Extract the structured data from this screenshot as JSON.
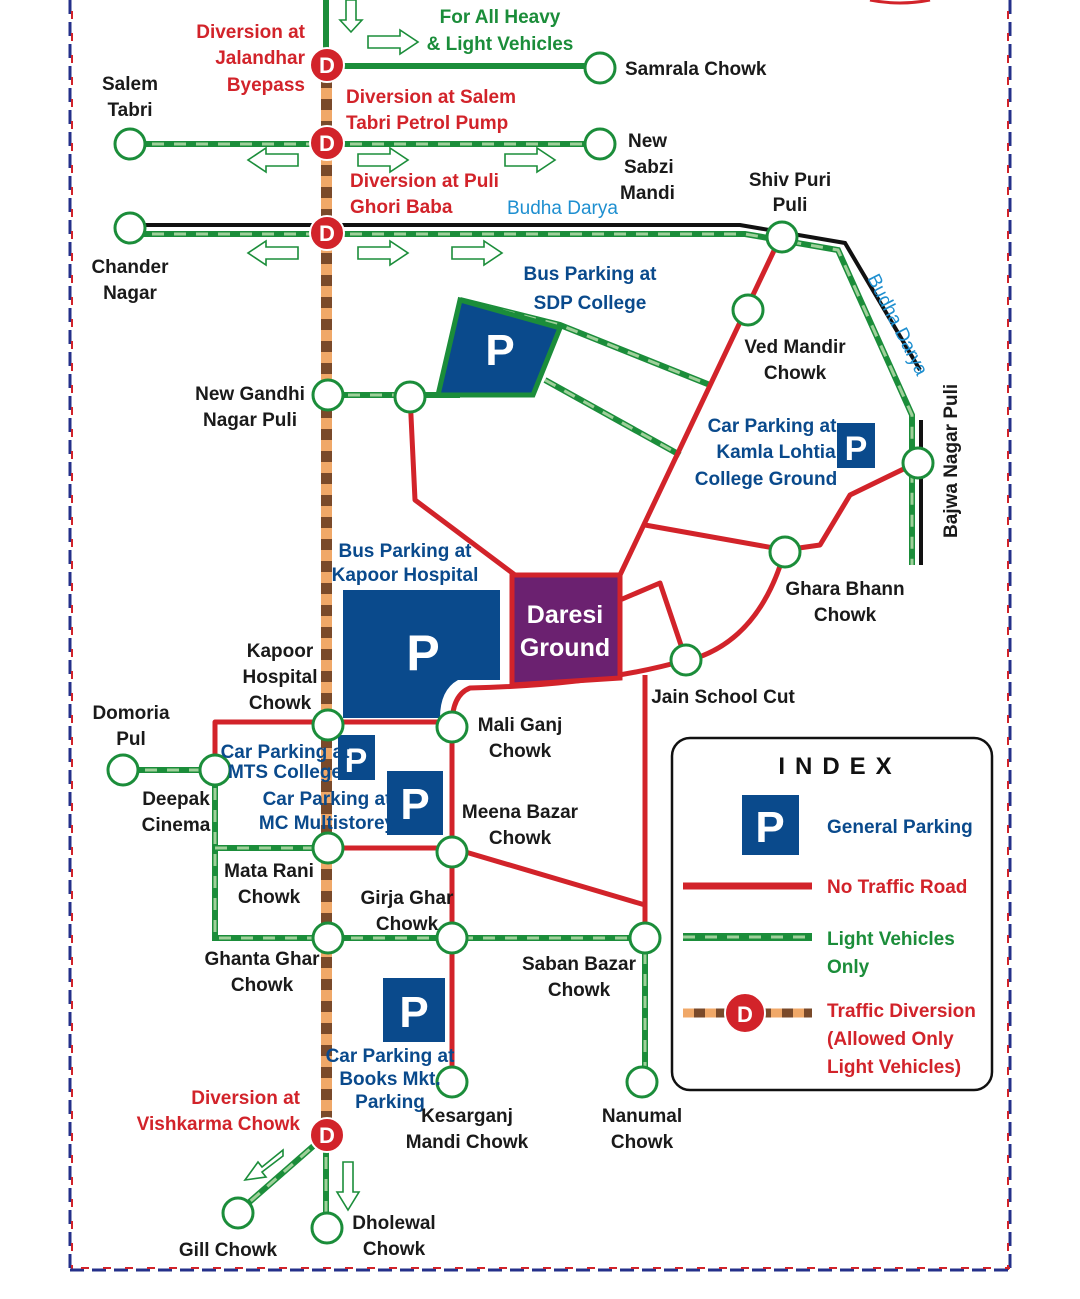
{
  "header": {
    "heavy_note_1": "For All Heavy",
    "heavy_note_2": "& Light Vehicles"
  },
  "diversions": {
    "jalandhar_1": "Diversion at",
    "jalandhar_2": "Jalandhar",
    "jalandhar_3": "Byepass",
    "salem_1": "Diversion at Salem",
    "salem_2": "Tabri Petrol Pump",
    "puli_1": "Diversion at Puli",
    "puli_2": "Ghori Baba",
    "vishkarma_1": "Diversion at",
    "vishkarma_2": "Vishkarma Chowk",
    "marker_letter": "D"
  },
  "places": {
    "samrala": "Samrala Chowk",
    "salem_1": "Salem",
    "salem_2": "Tabri",
    "sabzi_1": "New",
    "sabzi_2": "Sabzi",
    "sabzi_3": "Mandi",
    "shivpuri_1": "Shiv Puri",
    "shivpuri_2": "Puli",
    "chander_1": "Chander",
    "chander_2": "Nagar",
    "vedmandir_1": "Ved Mandir",
    "vedmandir_2": "Chowk",
    "newgandhi_1": "New Gandhi",
    "newgandhi_2": "Nagar Puli",
    "bajwa": "Bajwa Nagar Puli",
    "gharabhann_1": "Ghara Bhann",
    "gharabhann_2": "Chowk",
    "daresi_1": "Daresi",
    "daresi_2": "Ground",
    "kapoor_1": "Kapoor",
    "kapoor_2": "Hospital",
    "kapoor_3": "Chowk",
    "jain": "Jain School Cut",
    "domoria_1": "Domoria",
    "domoria_2": "Pul",
    "maliganj_1": "Mali Ganj",
    "maliganj_2": "Chowk",
    "deepak_1": "Deepak",
    "deepak_2": "Cinema",
    "meena_1": "Meena Bazar",
    "meena_2": "Chowk",
    "matarani_1": "Mata Rani",
    "matarani_2": "Chowk",
    "girja_1": "Girja Ghar",
    "girja_2": "Chowk",
    "ghanta_1": "Ghanta Ghar",
    "ghanta_2": "Chowk",
    "saban_1": "Saban Bazar",
    "saban_2": "Chowk",
    "kesarganj_1": "Kesarganj",
    "kesarganj_2": "Mandi Chowk",
    "nanumal_1": "Nanumal",
    "nanumal_2": "Chowk",
    "gill": "Gill Chowk",
    "dholewal_1": "Dholewal",
    "dholewal_2": "Chowk"
  },
  "rivers": {
    "budha_h": "Budha Darya",
    "budha_v": "Budha Darya"
  },
  "parking": {
    "letter": "P",
    "sdp_1": "Bus Parking at",
    "sdp_2": "SDP College",
    "kamla_1": "Car Parking at",
    "kamla_2": "Kamla Lohtia",
    "kamla_3": "College Ground",
    "kapoor_1": "Bus Parking at",
    "kapoor_2": "Kapoor Hospital",
    "mts_1": "Car Parking at",
    "mts_2": "MTS College",
    "mc_1": "Car Parking at",
    "mc_2": "MC Multistorey",
    "books_1": "Car Parking at",
    "books_2": "Books Mkt.",
    "books_3": "Parking"
  },
  "index": {
    "title": "INDEX",
    "general_parking": "General Parking",
    "no_traffic": "No Traffic Road",
    "light_1": "Light Vehicles",
    "light_2": "Only",
    "diversion_1": "Traffic Diversion",
    "diversion_2": "(Allowed Only",
    "diversion_3": "Light Vehicles)"
  },
  "colors": {
    "no_traffic_road": "#d2232a",
    "light_vehicles": "#1b8d3a",
    "diversion_road": "#e8a068",
    "parking": "#0a4a8c",
    "daresi": "#6b2170",
    "river": "#1e8fd0"
  }
}
